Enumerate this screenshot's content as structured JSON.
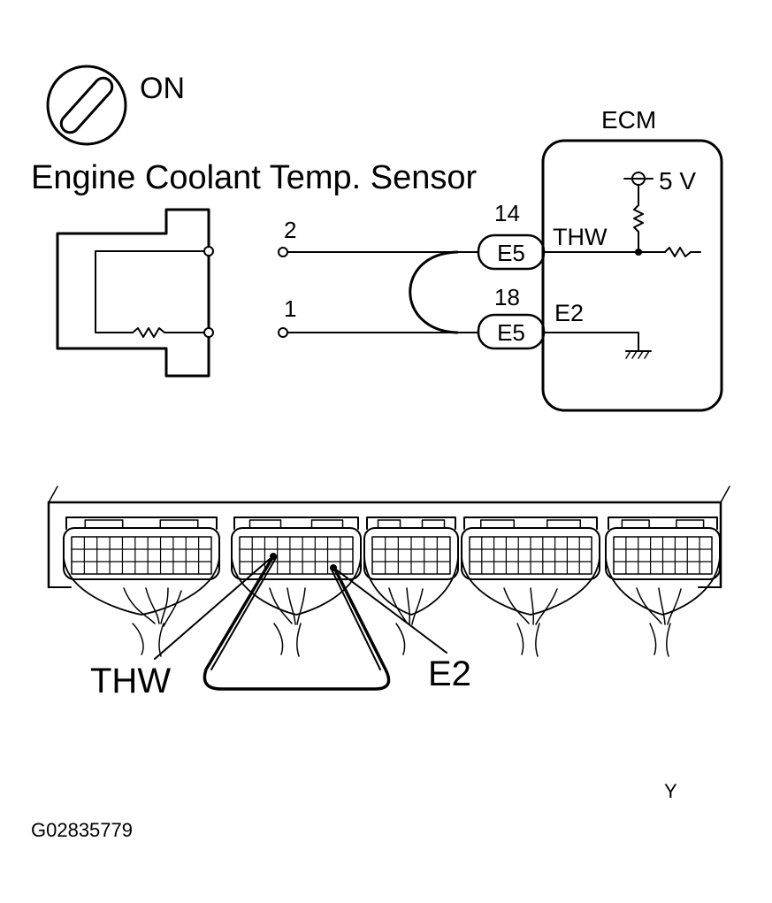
{
  "ignition": {
    "label": "ON"
  },
  "sensor": {
    "title": "Engine Coolant Temp. Sensor",
    "pin_2": "2",
    "pin_1": "1"
  },
  "ecm": {
    "label": "ECM",
    "supply": "5 V",
    "terminal_upper": {
      "number": "14",
      "connector": "E5",
      "signal": "THW"
    },
    "terminal_lower": {
      "number": "18",
      "connector": "E5",
      "signal": "E2"
    }
  },
  "connector_view": {
    "probe_left": "THW",
    "probe_right": "E2"
  },
  "footer": {
    "code": "G02835779",
    "mark": "Y"
  }
}
